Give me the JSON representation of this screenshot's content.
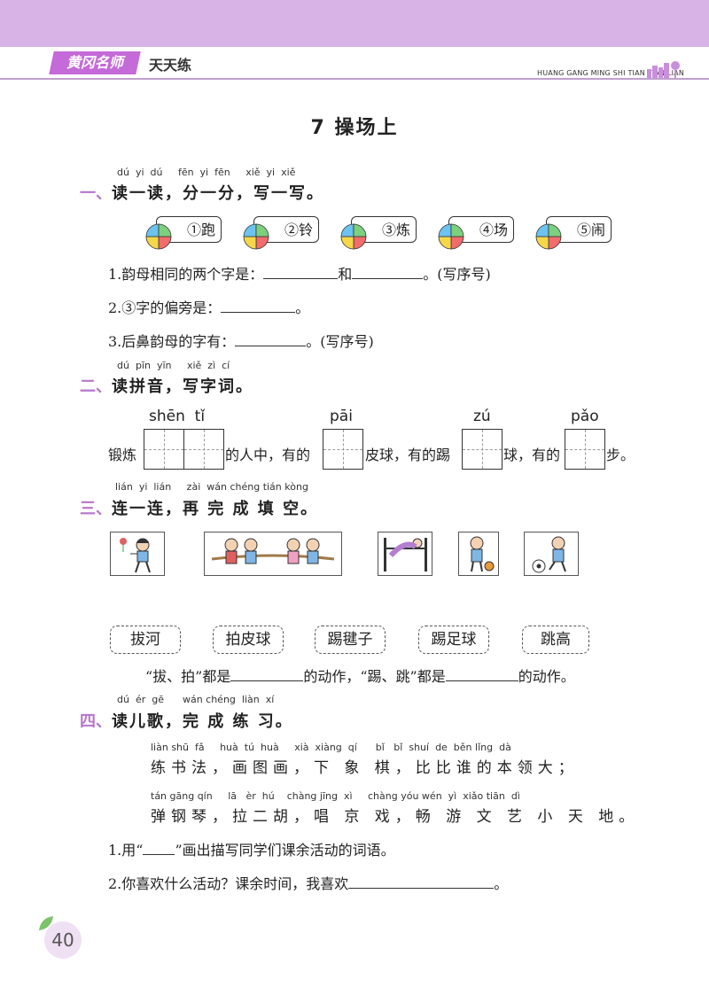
{
  "header": {
    "brand": "黄冈名师",
    "brand_sub": "天天练",
    "english": "HUANG GANG MING SHI TIAN TIAN LIAN"
  },
  "title": "7  操场上",
  "sections": {
    "s1": {
      "num": "一、",
      "pinyin": "dú  yi  dú     fēn  yi  fēn     xiě  yi  xiě",
      "title": "读一读，分一分，写一写。",
      "chars": [
        "①跑",
        "②铃",
        "③炼",
        "④场",
        "⑤闹"
      ],
      "q1_prefix": "1.韵母相同的两个字是：",
      "q1_mid": "和",
      "q1_suffix": "。(写序号)",
      "q2_prefix": "2.③字的偏旁是：",
      "q2_suffix": "。",
      "q3_prefix": "3.后鼻韵母的字有：",
      "q3_suffix": "。(写序号)"
    },
    "s2": {
      "num": "二、",
      "pinyin": "dú  pīn  yīn     xiě  zì  cí",
      "title": "读拼音，写字词。",
      "py_words": [
        "shēn  tǐ",
        "pāi",
        "zú",
        "pǎo"
      ],
      "t1": "锻炼",
      "t2": "的人中，有的",
      "t3": "皮球，有的踢",
      "t4": "球，有的",
      "t5": "步。"
    },
    "s3": {
      "num": "三、",
      "pinyin": "lián  yi  lián     zài  wán chéng tián kòng",
      "title": "连一连，再 完  成  填  空。",
      "options": [
        "拔河",
        "拍皮球",
        "踢毽子",
        "踢足球",
        "跳高"
      ],
      "fill_prefix": "“拔、拍”都是",
      "fill_mid": "的动作，“踢、跳”都是",
      "fill_suffix": "的动作。"
    },
    "s4": {
      "num": "四、",
      "pinyin": "dú  ér  gē      wán chéng  liàn  xí",
      "title": "读儿歌，完  成  练  习。",
      "line1_py": "liàn shū  fǎ     huà  tú  huà     xià  xiàng  qí      bǐ   bǐ  shuí  de  běn lǐng  dà",
      "line1": "练书法，画图画，下 象 棋，比比谁的本领大；",
      "line2_py": "tán gāng qín     lā   èr  hú    chàng jīng  xì     chàng yóu wén  yì  xiǎo tiān  dì",
      "line2": "弹钢琴，拉二胡，唱 京 戏，畅 游 文 艺 小 天 地。",
      "q1_prefix": "1.用“",
      "q1_suffix": "”画出描写同学们课余活动的词语。",
      "q2_prefix": "2.你喜欢什么活动？课余时间，我喜欢",
      "q2_suffix": "。"
    }
  },
  "page_number": "40",
  "colors": {
    "accent": "#c46ad9",
    "band": "#d8b3e6",
    "section_num": "#b774cc"
  }
}
